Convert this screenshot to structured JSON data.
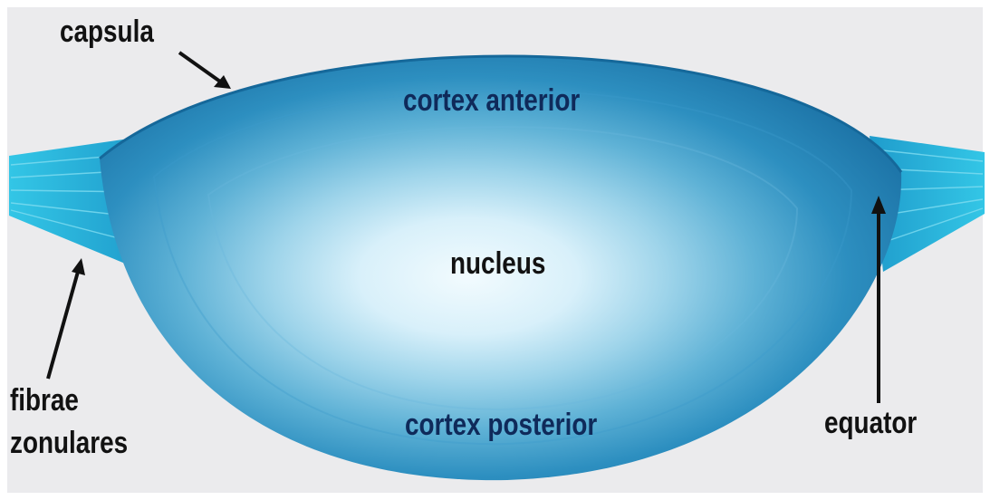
{
  "labels": {
    "capsula": "capsula",
    "cortex_anterior": "cortex anterior",
    "nucleus": "nucleus",
    "cortex_posterior": "cortex posterior",
    "fibrae_line1": "fibrae",
    "fibrae_line2": "zonulares",
    "equator": "equator"
  },
  "colors": {
    "background": "#ebebed",
    "outer_lens": "#1b7fb0",
    "mid_lens": "#5bb4d6",
    "nucleus_center": "#eef8fc",
    "zonular_fibers": "#2bbfe0",
    "label_inside": "#0f2a5a",
    "label_outside": "#121212"
  }
}
